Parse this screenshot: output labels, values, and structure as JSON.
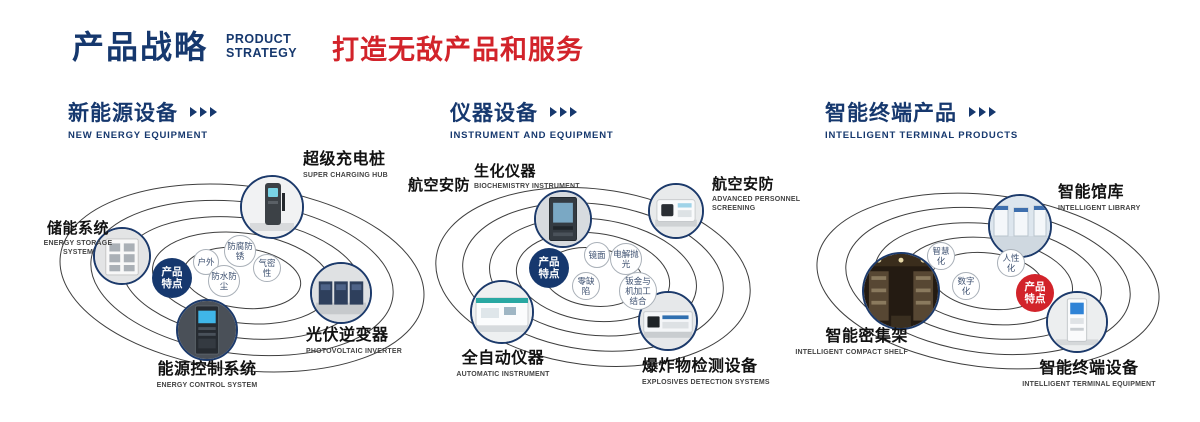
{
  "header": {
    "title_cn": "产品战略",
    "title_en_line1": "PRODUCT",
    "title_en_line2": "STRATEGY",
    "slogan": "打造无敌产品和服务"
  },
  "colors": {
    "navy": "#16386e",
    "red": "#d2232a"
  },
  "sections": {
    "energy": {
      "title_cn": "新能源设备",
      "title_en": "NEW ENERGY EQUIPMENT",
      "badge": "产品特点",
      "features": {
        "f1": "户外",
        "f2": "防腐防锈",
        "f3": "气密性",
        "f4": "防水防尘"
      },
      "products": {
        "storage": {
          "cn": "储能系统",
          "en": "ENERGY STORAGE SYSTEM"
        },
        "charging": {
          "cn": "超级充电桩",
          "en": "SUPER CHARGING HUB"
        },
        "inverter": {
          "cn": "光伏逆变器",
          "en": "PHOTOVOLTAIC INVERTER"
        },
        "control": {
          "cn": "能源控制系统",
          "en": "ENERGY CONTROL SYSTEM"
        }
      }
    },
    "instrument": {
      "title_cn": "仪器设备",
      "title_en": "INSTRUMENT AND EQUIPMENT",
      "badge": "产品特点",
      "aux_label": "航空安防",
      "features": {
        "f1": "镜面",
        "f2": "电解抛光",
        "f3": "零缺陷",
        "f4": "钣金与机加工结合"
      },
      "products": {
        "biochem": {
          "cn": "生化仪器",
          "en": "BIOCHEMISTRY INSTRUMENT"
        },
        "screening": {
          "cn": "航空安防",
          "en": "ADVANCED PERSONNEL SCREENING"
        },
        "automatic": {
          "cn": "全自动仪器",
          "en": "AUTOMATIC INSTRUMENT"
        },
        "explosives": {
          "cn": "爆炸物检测设备",
          "en": "EXPLOSIVES DETECTION SYSTEMS"
        }
      }
    },
    "terminal": {
      "title_cn": "智能终端产品",
      "title_en": "INTELLIGENT TERMINAL PRODUCTS",
      "badge": "产品特点",
      "features": {
        "f1": "智慧化",
        "f2": "人性化",
        "f3": "数字化"
      },
      "products": {
        "library": {
          "cn": "智能馆库",
          "en": "INTELLIGENT LIBRARY"
        },
        "shelf": {
          "cn": "智能密集架",
          "en": "INTELLIGENT COMPACT SHELF"
        },
        "device": {
          "cn": "智能终端设备",
          "en": "INTELLIGENT TERMINAL EQUIPMENT"
        }
      }
    }
  }
}
